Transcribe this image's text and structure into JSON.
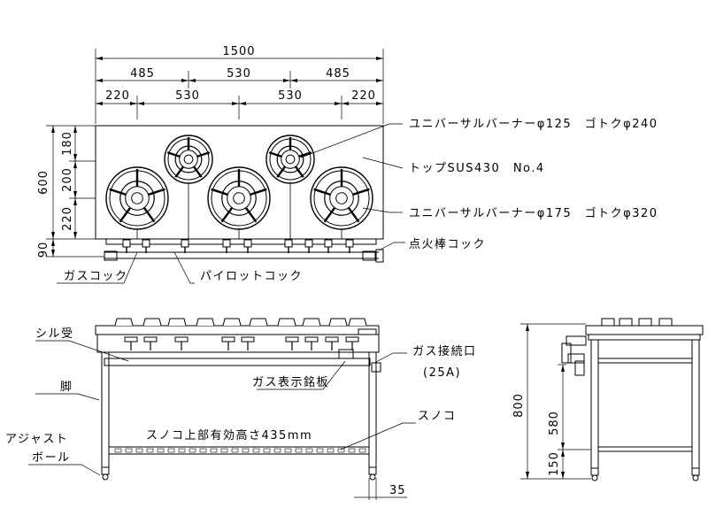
{
  "dimensions": {
    "top_total": "1500",
    "top_row2": [
      "485",
      "530",
      "485"
    ],
    "top_row3": [
      "220",
      "530",
      "530",
      "220"
    ],
    "left_total": "600",
    "left_parts": [
      "180",
      "200",
      "220"
    ],
    "left_bottom": "90",
    "side_height": "800",
    "side_mid": "580",
    "side_low": "150",
    "front_bottom": "35"
  },
  "labels": {
    "burner_small": "ユニバーサルバーナーφ125　ゴトクφ240",
    "top_material": "トップSUS430　No.4",
    "burner_large": "ユニバーサルバーナーφ175　ゴトクφ320",
    "ignition_cock": "点火棒コック",
    "gas_cock": "ガスコック",
    "pilot_cock": "パイロットコック",
    "sill_receiver": "シル受",
    "leg": "脚",
    "adjust_ball_1": "アジャスト",
    "adjust_ball_2": "ボール",
    "gas_connection": "ガス接続口",
    "gas_connection_size": "(25A)",
    "gas_nameplate": "ガス表示銘板",
    "slatted_shelf": "スノコ",
    "shelf_height": "スノコ上部有効高さ435mm"
  }
}
